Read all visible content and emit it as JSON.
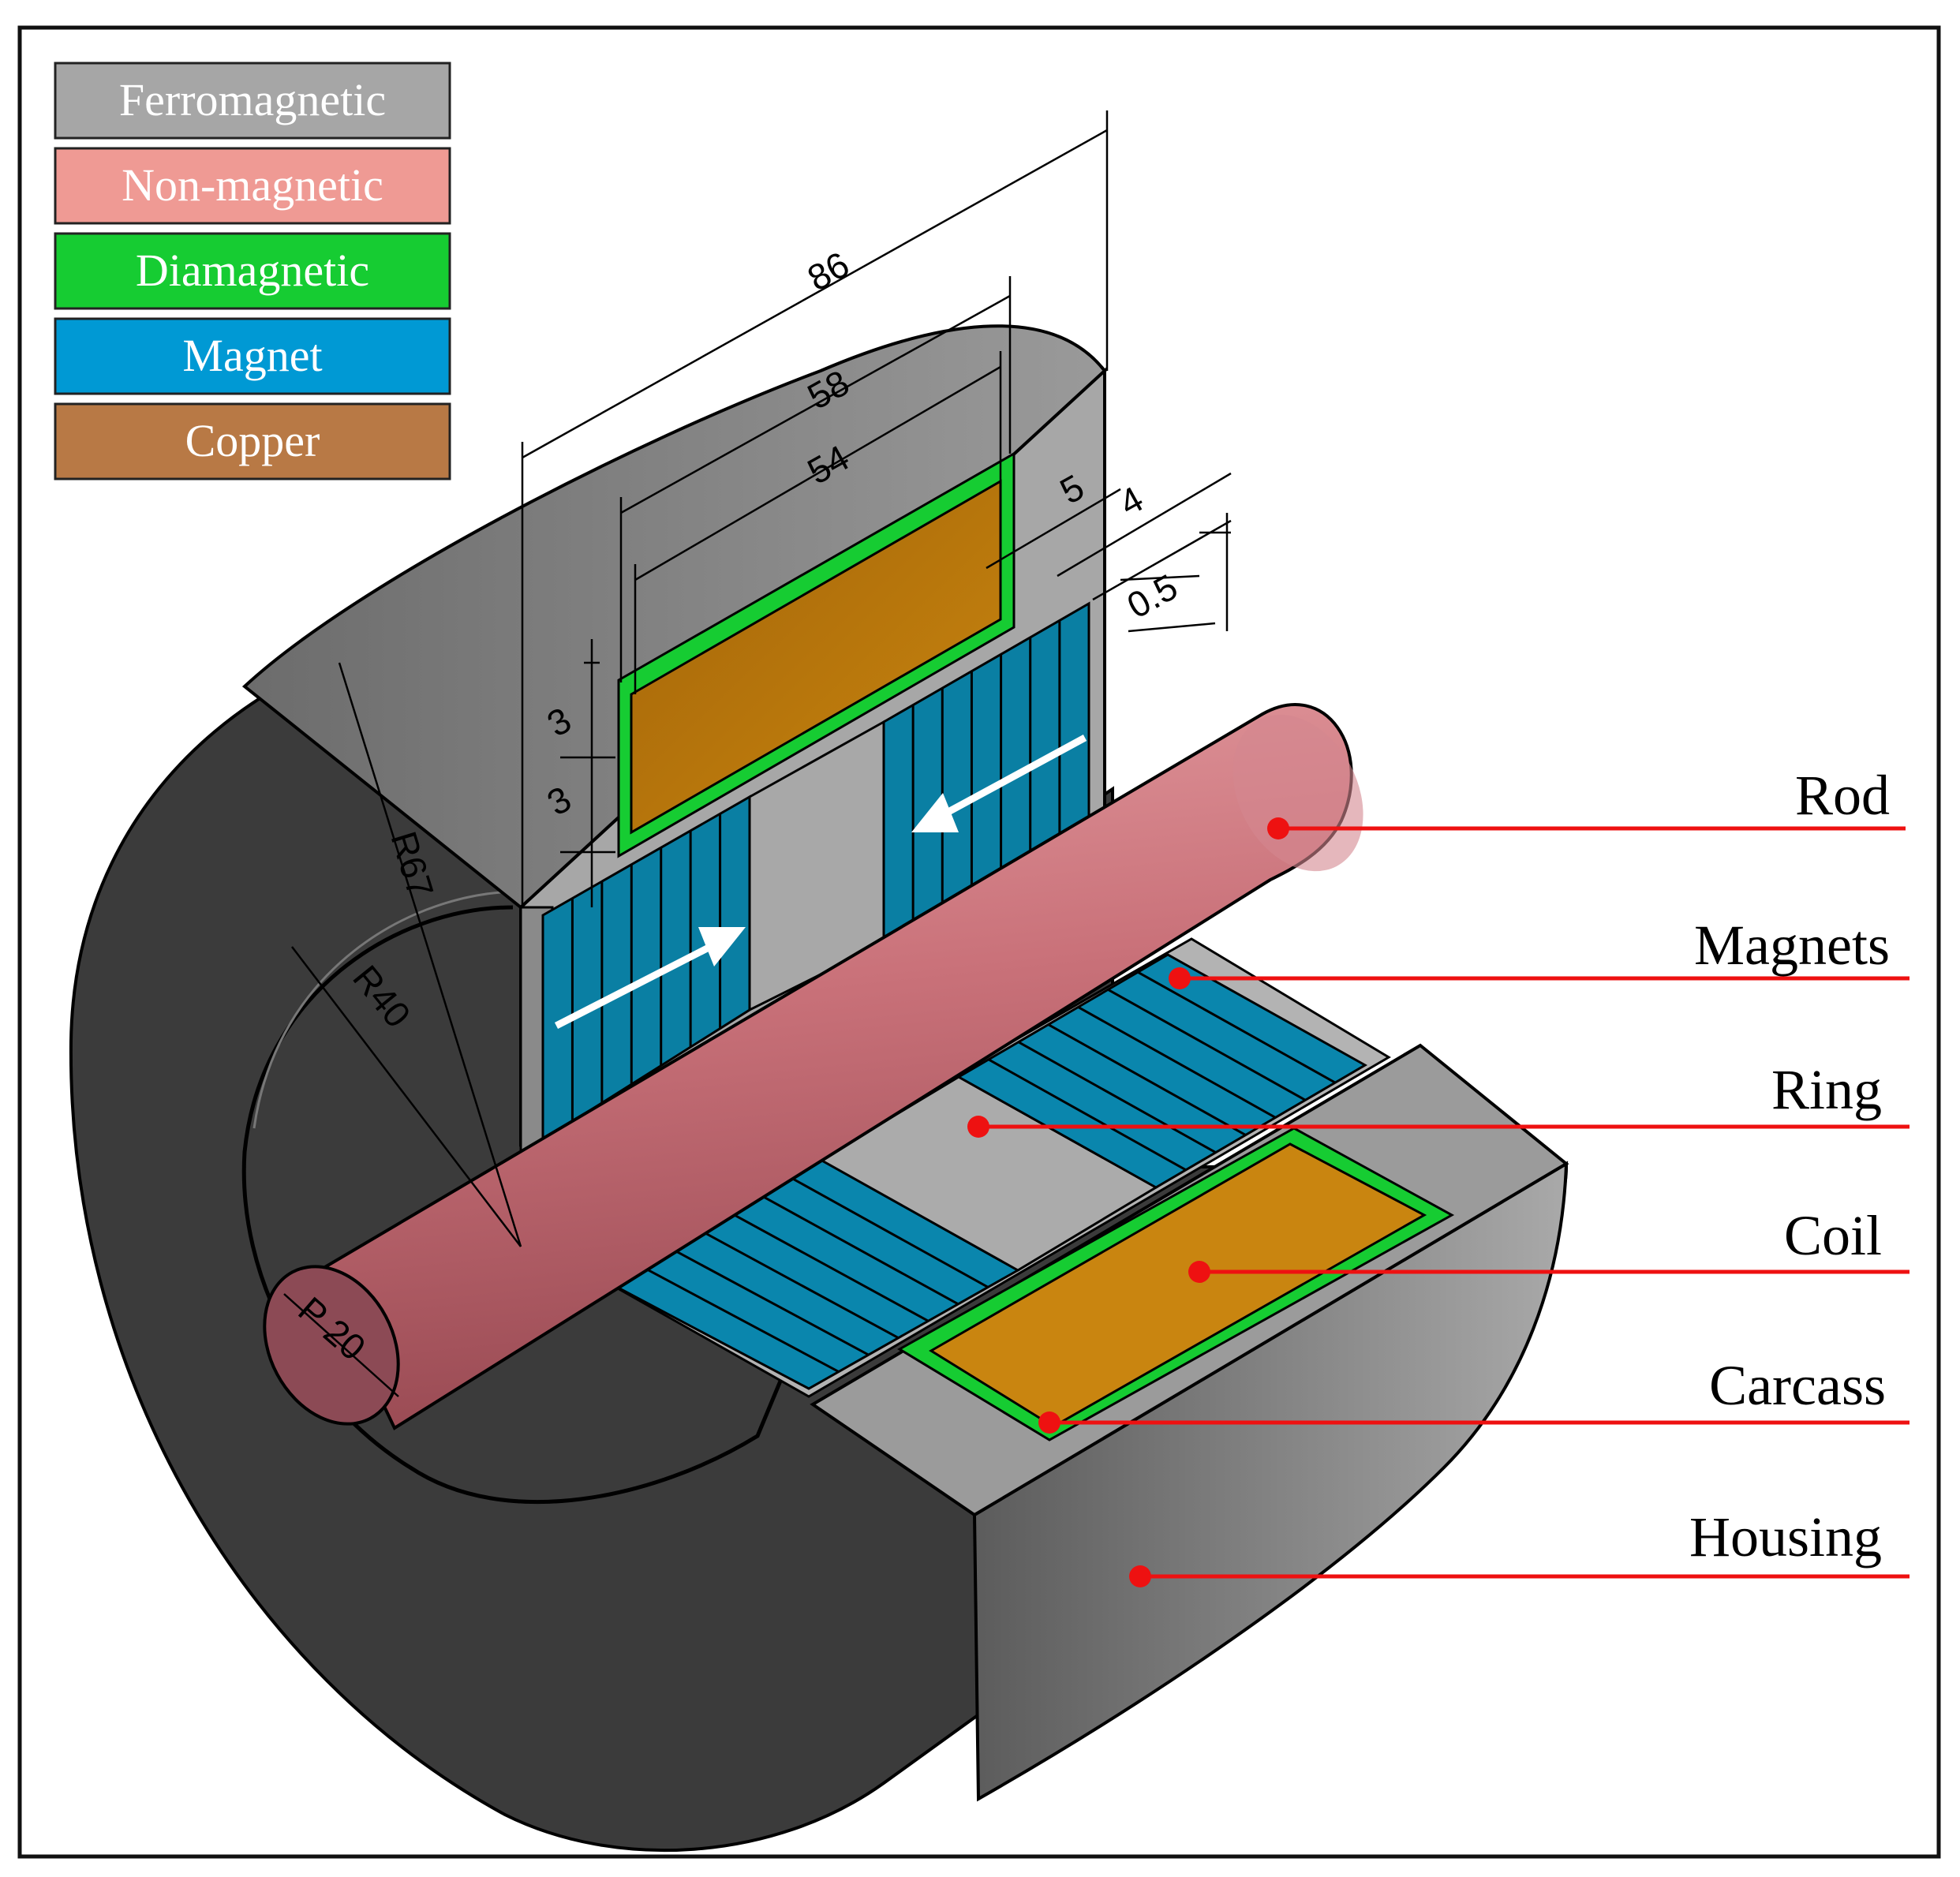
{
  "legend": [
    {
      "label": "Ferromagnetic",
      "color": "#a6a6a6"
    },
    {
      "label": "Non-magnetic",
      "color": "#ef9a94"
    },
    {
      "label": "Diamagnetic",
      "color": "#16cc32"
    },
    {
      "label": "Magnet",
      "color": "#0099d4"
    },
    {
      "label": "Copper",
      "color": "#b87945"
    }
  ],
  "callouts": {
    "rod": "Rod",
    "magnets": "Magnets",
    "ring": "Ring",
    "coil": "Coil",
    "carcass": "Carcass",
    "housing": "Housing"
  },
  "dimensions": {
    "d86": "86",
    "d58": "58",
    "d54": "54",
    "d5": "5",
    "d4": "4",
    "d05": "0.5",
    "d3a": "3",
    "d3b": "3",
    "r67": "R67",
    "r40": "R40",
    "p20": "P 20"
  },
  "colors": {
    "callout_line": "#ee1111",
    "housing_dark": "#3a3a3a",
    "housing_face": "#8a8a8a",
    "rod": "#c9737a",
    "coil": "#b36e0c",
    "magnet": "#0a8db0",
    "carcass": "#16cc32"
  }
}
